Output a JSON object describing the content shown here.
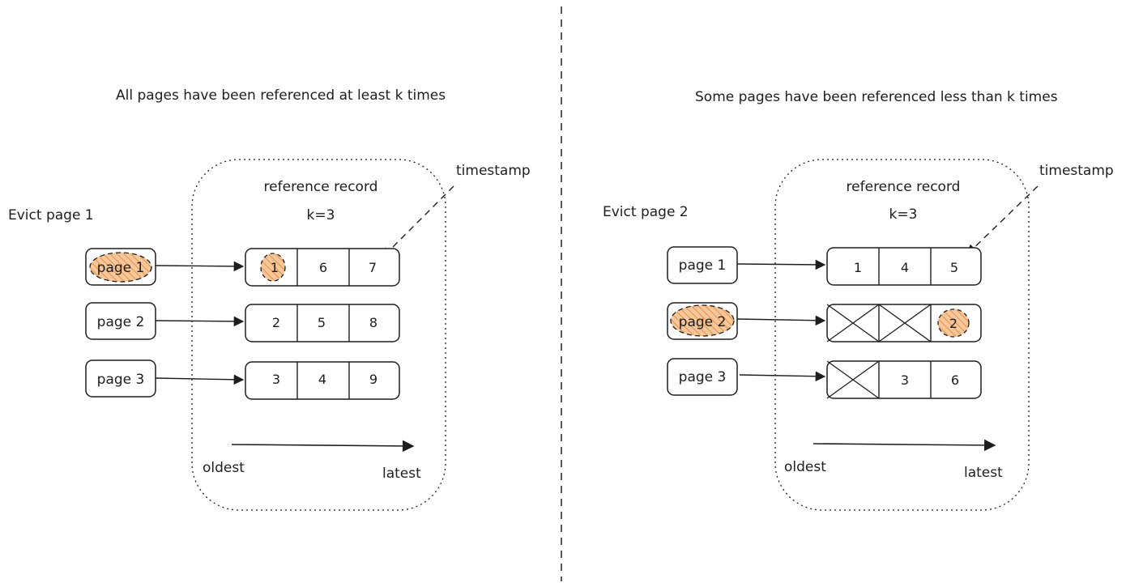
{
  "colors": {
    "stroke": "#1e1e1e",
    "highlight_fill": "#f5c79a",
    "highlight_hatch": "#e8914a",
    "background": "#ffffff"
  },
  "panels": [
    {
      "id": "left",
      "heading": "All pages have been referenced at least k times",
      "evict_text": "Evict page 1",
      "record_title": "reference record",
      "k_text": "k=3",
      "timestamp_text": "timestamp",
      "oldest_text": "oldest",
      "latest_text": "latest",
      "rows": [
        {
          "page": "page 1",
          "highlight": true,
          "cells": [
            "1",
            "6",
            "7"
          ],
          "cell_highlight": [
            true,
            false,
            false
          ],
          "crossed": [
            false,
            false,
            false
          ]
        },
        {
          "page": "page 2",
          "highlight": false,
          "cells": [
            "2",
            "5",
            "8"
          ],
          "cell_highlight": [
            false,
            false,
            false
          ],
          "crossed": [
            false,
            false,
            false
          ]
        },
        {
          "page": "page 3",
          "highlight": false,
          "cells": [
            "3",
            "4",
            "9"
          ],
          "cell_highlight": [
            false,
            false,
            false
          ],
          "crossed": [
            false,
            false,
            false
          ]
        }
      ]
    },
    {
      "id": "right",
      "heading": "Some pages have been referenced less than k times",
      "evict_text": "Evict page 2",
      "record_title": "reference record",
      "k_text": "k=3",
      "timestamp_text": "timestamp",
      "oldest_text": "oldest",
      "latest_text": "latest",
      "rows": [
        {
          "page": "page 1",
          "highlight": false,
          "cells": [
            "1",
            "4",
            "5"
          ],
          "cell_highlight": [
            false,
            false,
            false
          ],
          "crossed": [
            false,
            false,
            false
          ]
        },
        {
          "page": "page 2",
          "highlight": true,
          "cells": [
            "",
            "",
            "2"
          ],
          "cell_highlight": [
            false,
            false,
            true
          ],
          "crossed": [
            true,
            true,
            false
          ]
        },
        {
          "page": "page 3",
          "highlight": false,
          "cells": [
            "",
            "3",
            "6"
          ],
          "cell_highlight": [
            false,
            false,
            false
          ],
          "crossed": [
            true,
            false,
            false
          ]
        }
      ]
    }
  ]
}
